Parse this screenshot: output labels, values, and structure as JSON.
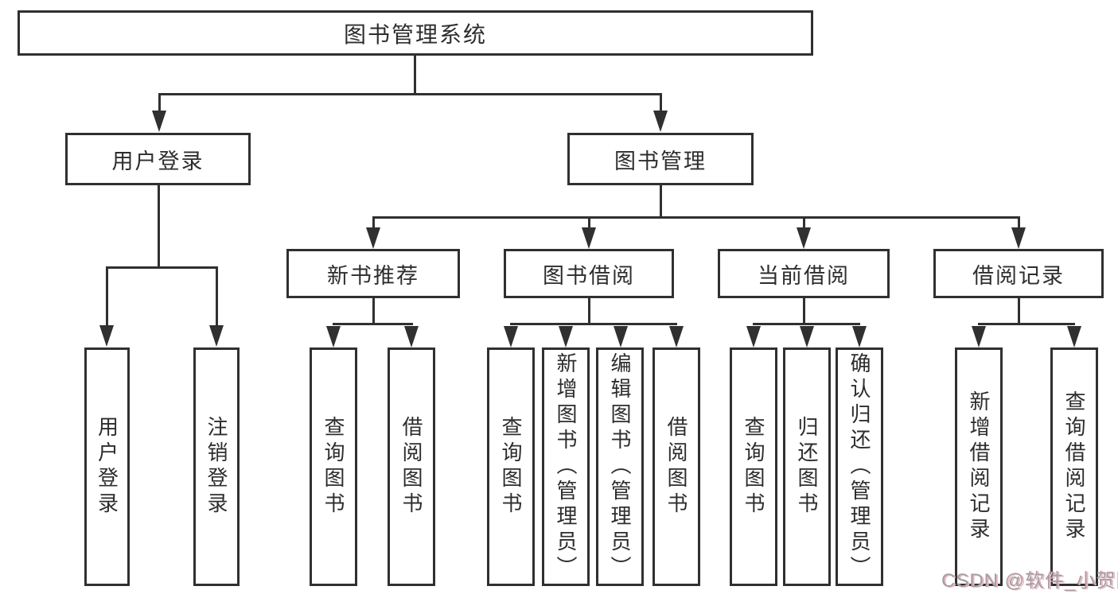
{
  "diagram": {
    "root": {
      "label": "图书管理系统",
      "children": [
        {
          "label": "用户登录",
          "children": [
            {
              "label": "用户登录"
            },
            {
              "label": "注销登录"
            }
          ]
        },
        {
          "label": "图书管理",
          "children": [
            {
              "label": "新书推荐",
              "children": [
                {
                  "label": "查询图书"
                },
                {
                  "label": "借阅图书"
                }
              ]
            },
            {
              "label": "图书借阅",
              "children": [
                {
                  "label": "查询图书"
                },
                {
                  "label": "新增图书（管理员）"
                },
                {
                  "label": "编辑图书（管理员）"
                },
                {
                  "label": "借阅图书"
                }
              ]
            },
            {
              "label": "当前借阅",
              "children": [
                {
                  "label": "查询图书"
                },
                {
                  "label": "归还图书"
                },
                {
                  "label": "确认归还（管理员）"
                }
              ]
            },
            {
              "label": "借阅记录",
              "children": [
                {
                  "label": "新增借阅记录"
                },
                {
                  "label": "查询借阅记录"
                }
              ]
            }
          ]
        }
      ]
    },
    "watermark": {
      "text": "CSDN @软件_小贺同学"
    },
    "colors": {
      "line": "#303030",
      "box_border": "#303030",
      "text": "#2d2d2d",
      "background": "#ffffff",
      "watermark": "#a0a0a2",
      "watermark_accent": "#f0b6c3"
    }
  }
}
